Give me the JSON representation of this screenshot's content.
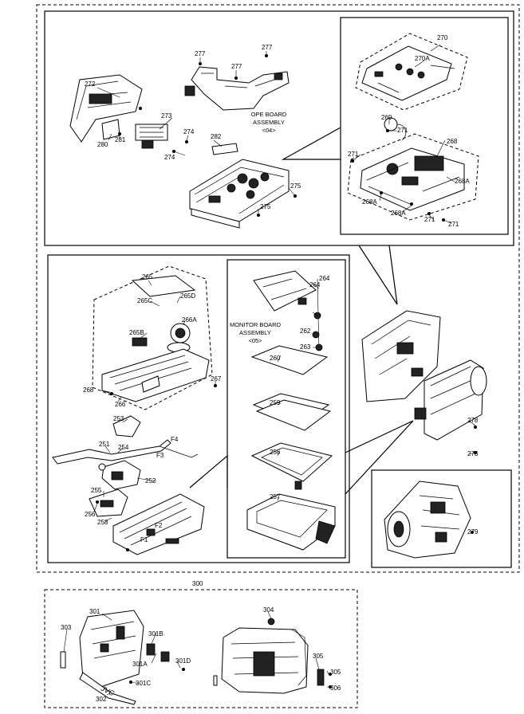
{
  "section_number": "300",
  "assemblies": {
    "ope": {
      "line1": "OPE BOARD",
      "line2": "ASSEMBLY",
      "line3": "<04>"
    },
    "monitor": {
      "line1": "MONITOR BOARD",
      "line2": "ASSEMBLY",
      "line3": "<05>"
    }
  },
  "brand_text": "JVC",
  "callouts": {
    "c272": "272",
    "c273": "273",
    "c274a": "274",
    "c274b": "274",
    "c280": "280",
    "c281": "281",
    "c277a": "277",
    "c277b": "277",
    "c277c": "277",
    "c282": "282",
    "c275a": "275",
    "c275b": "275",
    "c270": "270",
    "c270a": "270A",
    "c269": "269",
    "c271a": "271",
    "c271b": "271",
    "c271c": "271",
    "c271d": "271",
    "c268": "268",
    "c268a1": "268A",
    "c268a2": "268A",
    "c268a3": "268A",
    "c265": "265",
    "c265c": "265C",
    "c265d": "265D",
    "c266a": "266A",
    "c265b": "265B",
    "c268b": "268",
    "c266": "266",
    "c267": "267",
    "c253": "253",
    "c251": "251",
    "c254": "254",
    "c252": "252",
    "c255": "255",
    "c256": "256",
    "c258": "258",
    "f4": "F4",
    "f3": "F3",
    "f2": "F2",
    "f1": "F1",
    "c264a": "264",
    "c264b": "264",
    "c262": "262",
    "c263": "263",
    "c260": "260",
    "c259": "259",
    "c256b": "256",
    "c257": "257",
    "c278a": "278",
    "c278b": "278",
    "c279": "279",
    "c301": "301",
    "c303": "303",
    "c301b": "301B",
    "c301a": "301A",
    "c301d": "301D",
    "c301c": "301C",
    "c302": "302",
    "c304": "304",
    "c305a": "305",
    "c305b": "305",
    "c306": "306"
  }
}
